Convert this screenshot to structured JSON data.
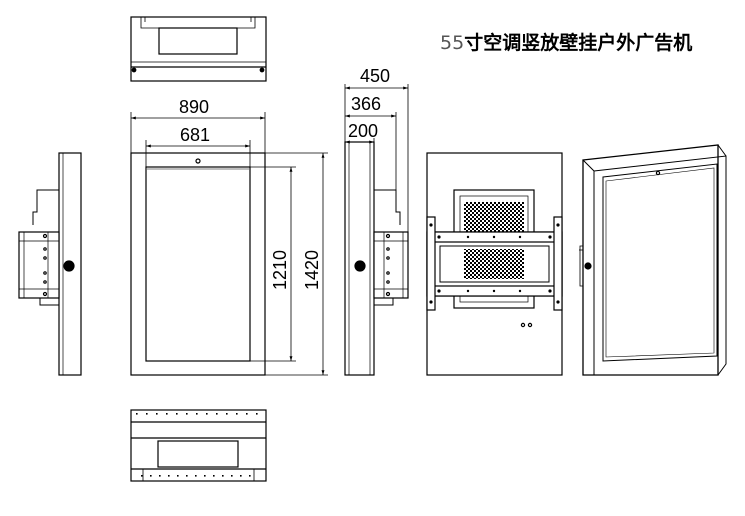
{
  "title": {
    "model": "55",
    "text": "寸空调竖放壁挂户外广告机"
  },
  "dimensions": {
    "overall_width": "890",
    "screen_width": "681",
    "screen_height": "1210",
    "overall_height": "1420",
    "depth_total": "450",
    "depth_mid": "366",
    "depth_body": "200"
  }
}
